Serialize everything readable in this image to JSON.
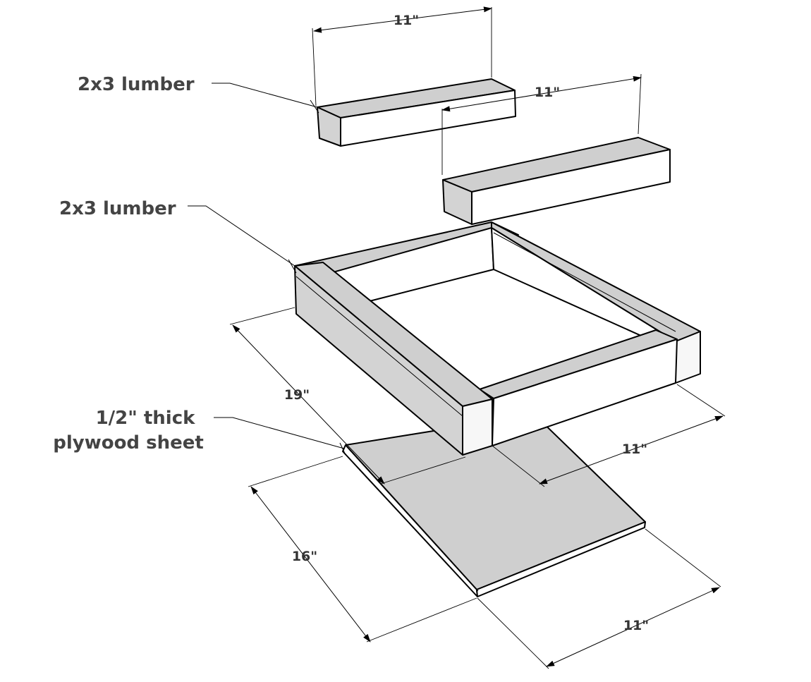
{
  "labels": {
    "top_lumber": "2x3 lumber",
    "frame_lumber": "2x3 lumber",
    "plywood_line1": "1/2\" thick",
    "plywood_line2": "plywood sheet"
  },
  "dimensions": {
    "top_piece_1_length": "11\"",
    "top_piece_2_length": "11\"",
    "frame_depth": "19\"",
    "frame_width": "11\"",
    "plywood_depth": "16\"",
    "plywood_width": "11\""
  },
  "colors": {
    "wood_face": "#d3d3d3",
    "outline": "#000000",
    "label_text": "#444444",
    "dimension_text": "#333333"
  }
}
